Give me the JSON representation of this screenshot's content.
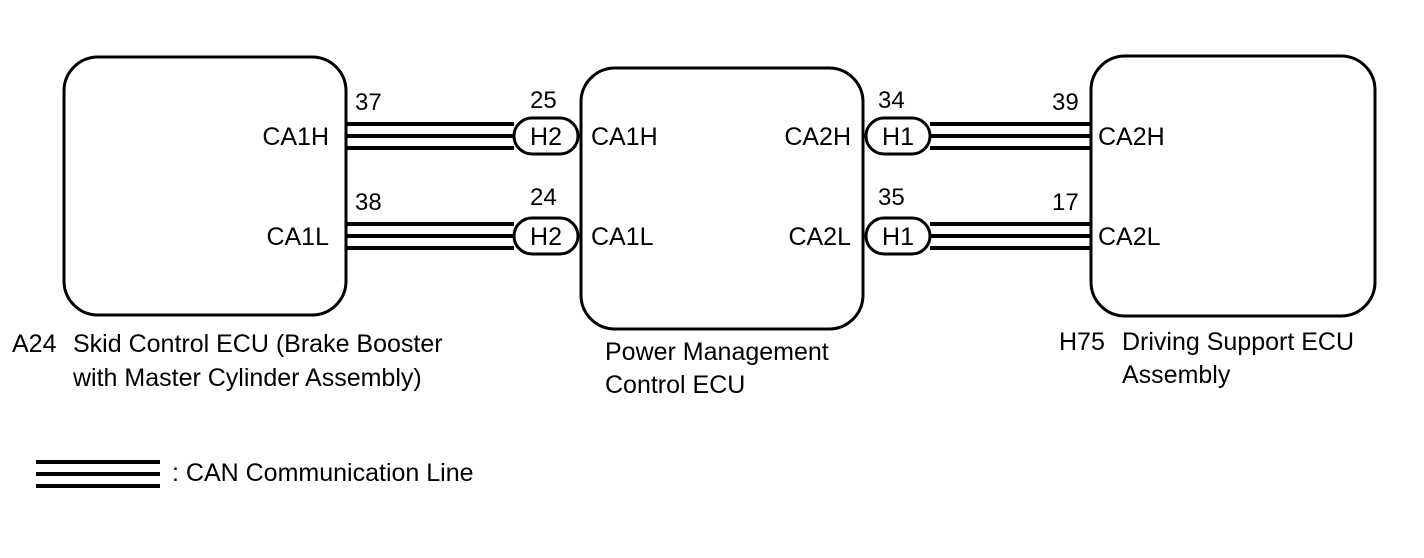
{
  "ecus": [
    {
      "code": "A24",
      "name_lines": [
        "Skid Control ECU (Brake Booster",
        "with Master Cylinder Assembly)"
      ],
      "terminals": [
        "CA1H",
        "CA1L"
      ]
    },
    {
      "code": "",
      "name_lines": [
        "Power Management",
        "Control ECU"
      ],
      "terminals": [
        "CA1H",
        "CA1L",
        "CA2H",
        "CA2L"
      ]
    },
    {
      "code": "H75",
      "name_lines": [
        "Driving Support ECU",
        "Assembly"
      ],
      "terminals": [
        "CA2H",
        "CA2L"
      ]
    }
  ],
  "wires": [
    {
      "from_pin": "37",
      "to_pin": "25",
      "connector": "H2"
    },
    {
      "from_pin": "38",
      "to_pin": "24",
      "connector": "H2"
    },
    {
      "from_pin": "34",
      "to_pin": "39",
      "connector": "H1"
    },
    {
      "from_pin": "35",
      "to_pin": "17",
      "connector": "H1"
    }
  ],
  "legend": {
    "text": ": CAN Communication Line"
  }
}
